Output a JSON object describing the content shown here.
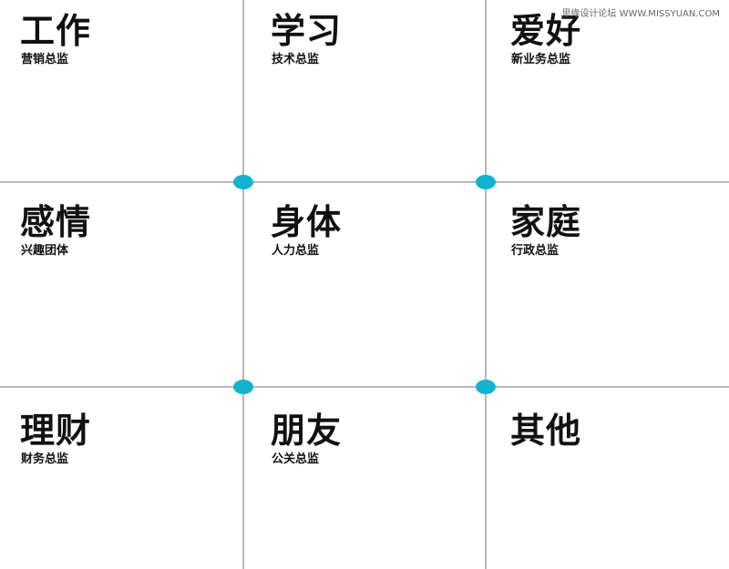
{
  "watermark": "思缘设计论坛 WWW.MISSYUAN.COM",
  "colors": {
    "line": "#b9b9b9",
    "dot": "#12b3cf",
    "text": "#111111"
  },
  "cells": [
    {
      "title": "工作",
      "subtitle": "营销总监"
    },
    {
      "title": "学习",
      "subtitle": "技术总监"
    },
    {
      "title": "爱好",
      "subtitle": "新业务总监"
    },
    {
      "title": "感情",
      "subtitle": "兴趣团体"
    },
    {
      "title": "身体",
      "subtitle": "人力总监"
    },
    {
      "title": "家庭",
      "subtitle": "行政总监"
    },
    {
      "title": "理财",
      "subtitle": "财务总监"
    },
    {
      "title": "朋友",
      "subtitle": "公关总监"
    },
    {
      "title": "其他",
      "subtitle": ""
    }
  ]
}
